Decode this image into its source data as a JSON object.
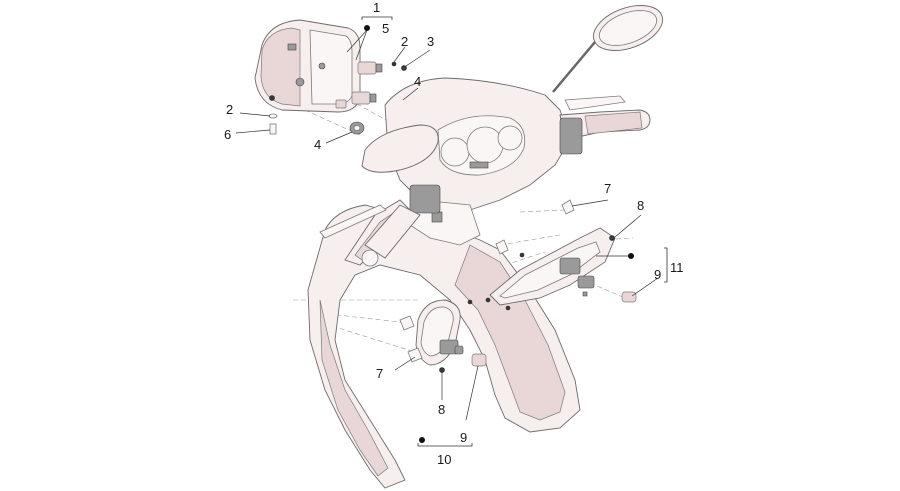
{
  "diagram": {
    "callouts": {
      "c1": "1",
      "c5": "5",
      "c2a": "2",
      "c3": "3",
      "c4a": "4",
      "c2b": "2",
      "c6": "6",
      "c4b": "4",
      "c7a": "7",
      "c8a": "8",
      "c11": "11",
      "c9a": "9",
      "c7b": "7",
      "c8b": "8",
      "c9b": "9",
      "c10": "10"
    }
  }
}
